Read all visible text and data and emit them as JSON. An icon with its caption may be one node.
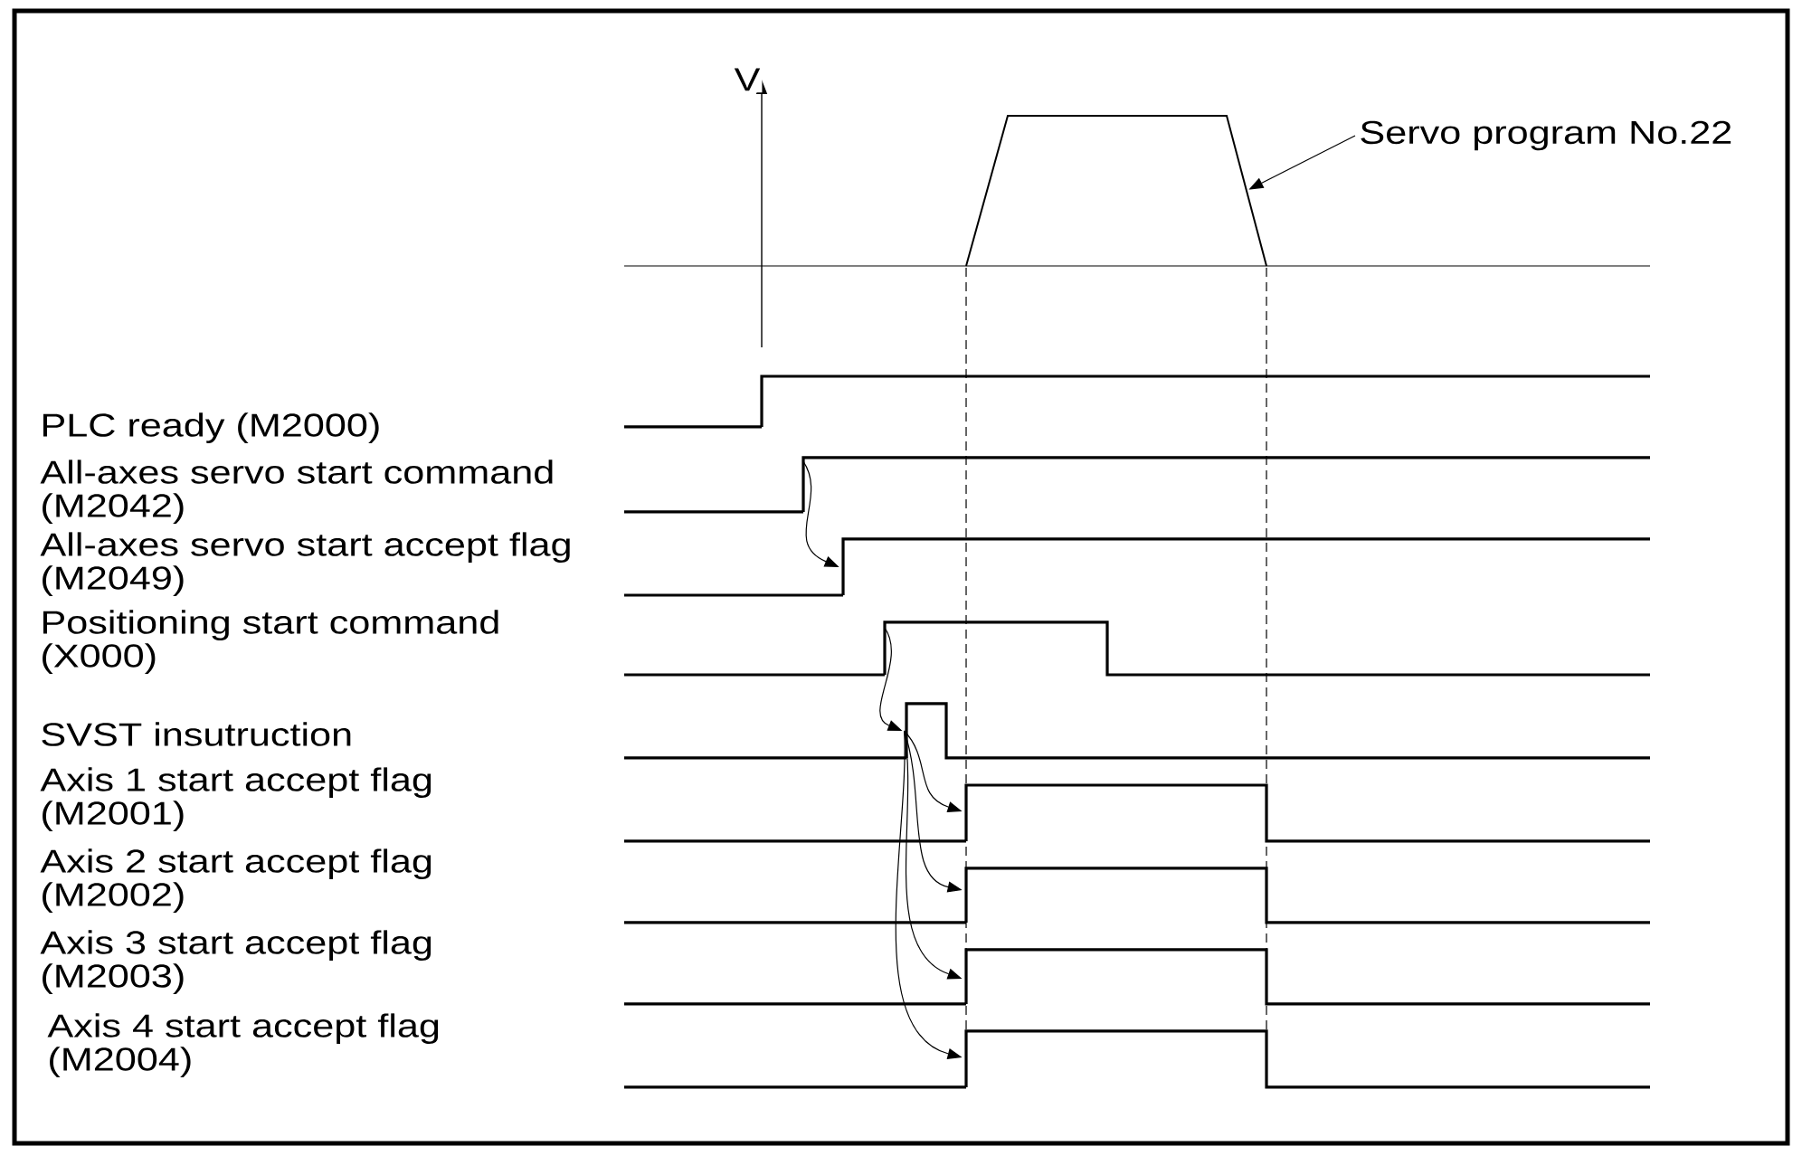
{
  "diagram": {
    "nodes": [
      {
        "text": [
          "Servo program No.22"
        ]
      },
      {
        "text": [],
        "shape": "line"
      },
      {
        "text": [],
        "shape": "line"
      },
      {
        "text": [],
        "shape": "line"
      },
      {
        "text": [],
        "shape": "line"
      },
      {
        "text": [],
        "shape": "line"
      },
      {
        "text": [],
        "shape": "line"
      },
      {
        "text": [],
        "shape": "line"
      },
      {
        "text": [],
        "shape": "line"
      },
      {
        "text": [],
        "shape": "line"
      },
      {
        "text": [],
        "shape": "line"
      }
    ],
    "edges": [
      {
        "from": 0,
        "to": 1,
        "arrow": "to"
      },
      {
        "from": 3,
        "to": 4,
        "arrow": "to"
      },
      {
        "from": 5,
        "to": 6,
        "arrow": "to"
      },
      {
        "from": 6,
        "to": 7,
        "arrow": "to"
      },
      {
        "from": 6,
        "to": 8,
        "arrow": "to"
      },
      {
        "from": 6,
        "to": 9,
        "arrow": "to"
      },
      {
        "from": 6,
        "to": 10,
        "arrow": "to"
      }
    ],
    "labels": [
      "V",
      "PLC ready (M2000)",
      "All-axes servo start command (M2042)",
      "All-axes servo start accept flag (M2049)",
      "Positioning start command (X000)",
      "SVST insutruction",
      "Axis 1 start accept flag (M2001)",
      "Axis 2 start accept flag (M2002)",
      "Axis 3 start accept flag (M2003)",
      "Axis 4 start accept flag (M2004)"
    ]
  }
}
